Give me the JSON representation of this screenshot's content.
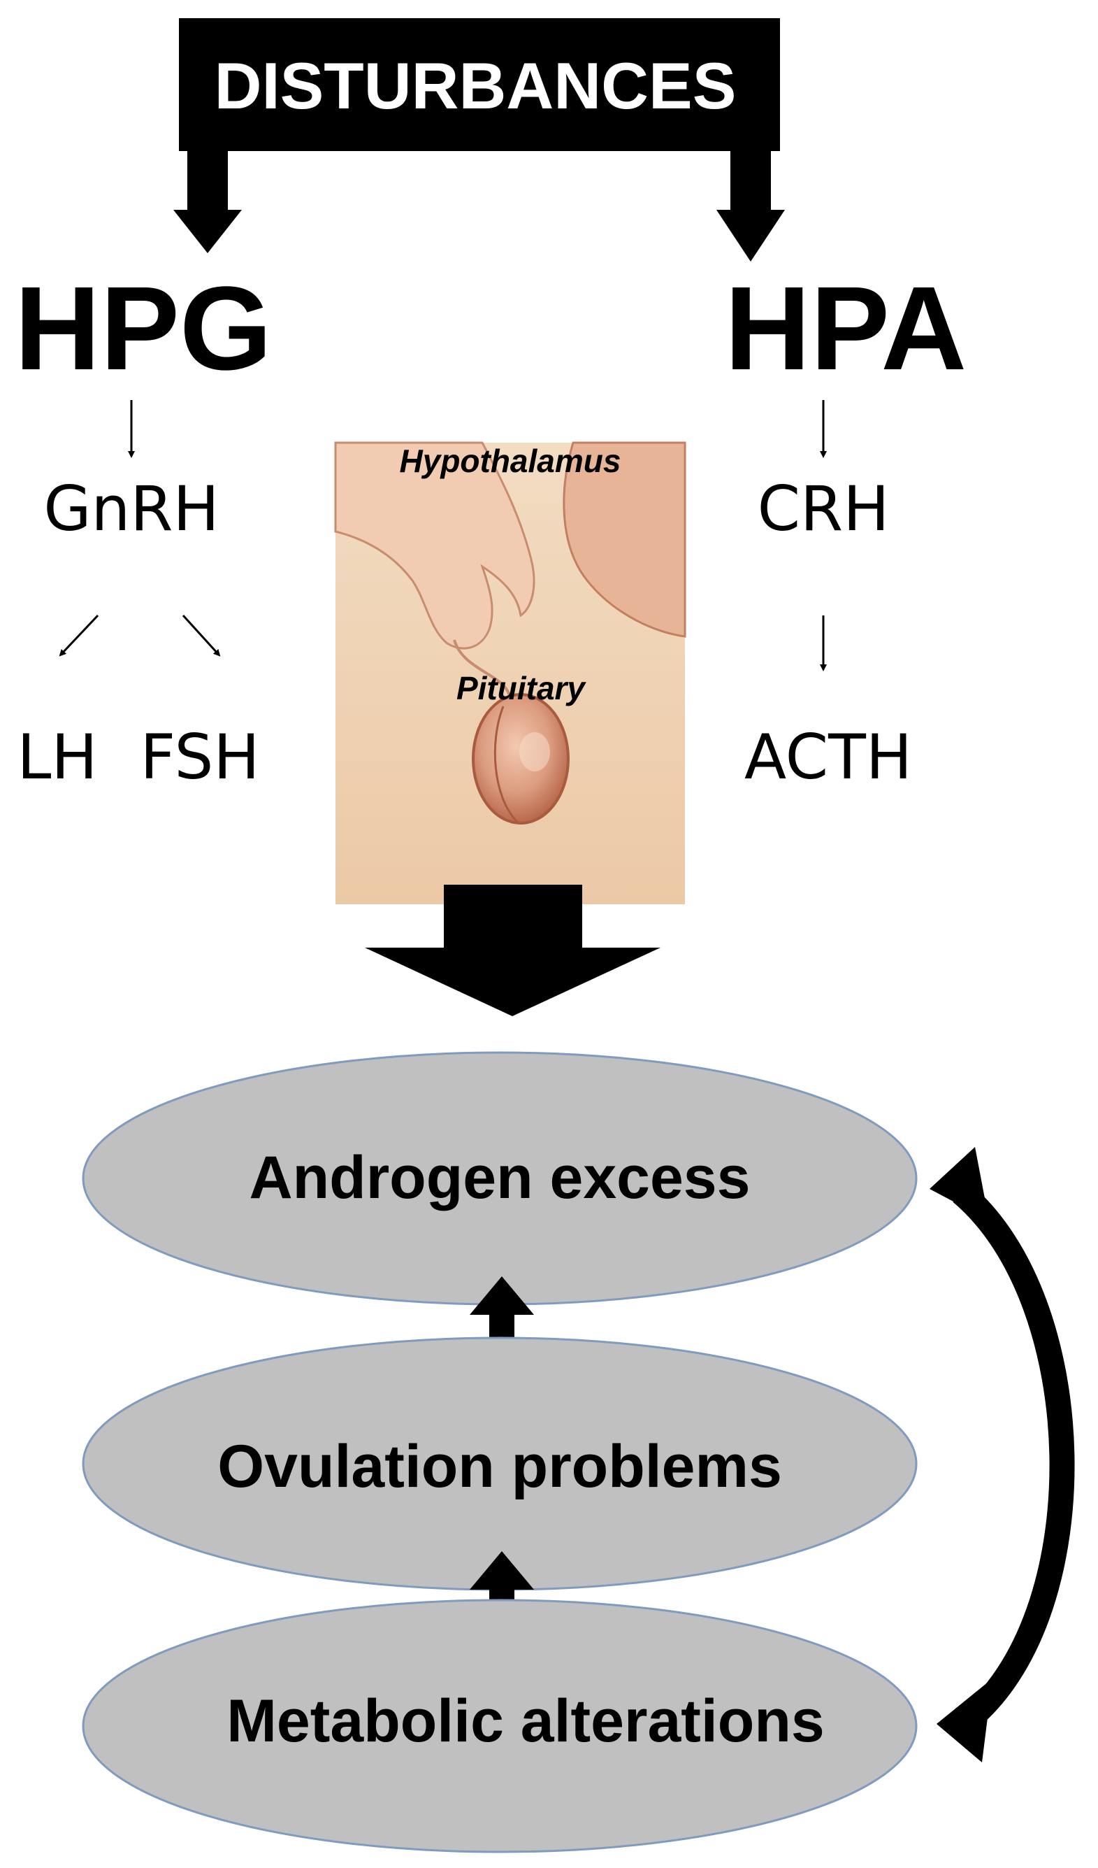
{
  "header": {
    "label": "DISTURBANCES"
  },
  "axes": {
    "left": {
      "label": "HPG",
      "hormone": "GnRH",
      "sub_hormones": [
        "LH",
        "FSH"
      ]
    },
    "right": {
      "label": "HPA",
      "hormones": [
        "CRH",
        "ACTH"
      ]
    }
  },
  "anatomy": {
    "upper_label": "Hypothalamus",
    "lower_label": "Pituitary"
  },
  "outcomes": [
    "Androgen excess",
    "Ovulation problems",
    "Metabolic alterations"
  ],
  "colors": {
    "box": "#000000",
    "ellipse_fill": "#c0c0c0",
    "ellipse_stroke": "#7f9bbf",
    "skin_bg": "#efd2b2",
    "gland": "#d89a7c"
  }
}
